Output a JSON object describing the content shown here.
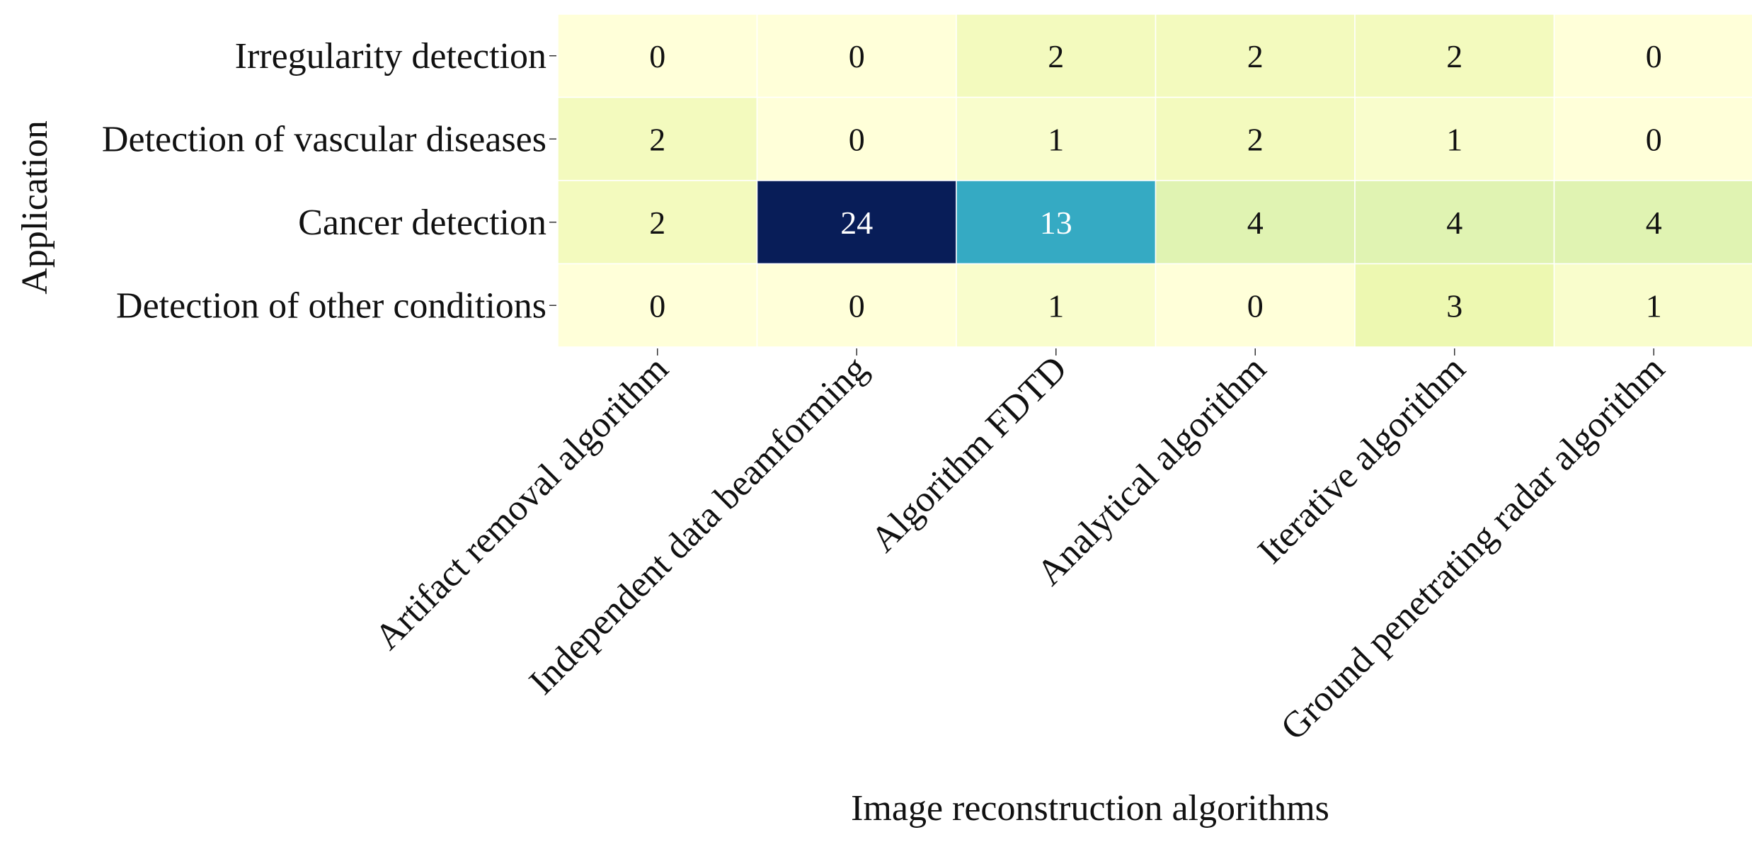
{
  "chart_data": {
    "type": "heatmap",
    "xlabel": "Image reconstruction algorithms",
    "ylabel": "Application",
    "x_categories": [
      "Artifact removal algorithm",
      "Independent data beamforming",
      "Algorithm FDTD",
      "Analytical algorithm",
      "Iterative algorithm",
      "Ground penetrating radar algorithm"
    ],
    "y_categories": [
      "Irregularity detection",
      "Detection of vascular diseases",
      "Cancer detection",
      "Detection of other conditions"
    ],
    "values": [
      [
        0,
        0,
        2,
        2,
        2,
        0
      ],
      [
        2,
        0,
        1,
        2,
        1,
        0
      ],
      [
        2,
        24,
        13,
        4,
        4,
        4
      ],
      [
        0,
        0,
        1,
        0,
        3,
        1
      ]
    ],
    "colormap": "YlGnBu",
    "value_range": [
      0,
      24
    ],
    "annotations": true,
    "colorbar": false
  }
}
